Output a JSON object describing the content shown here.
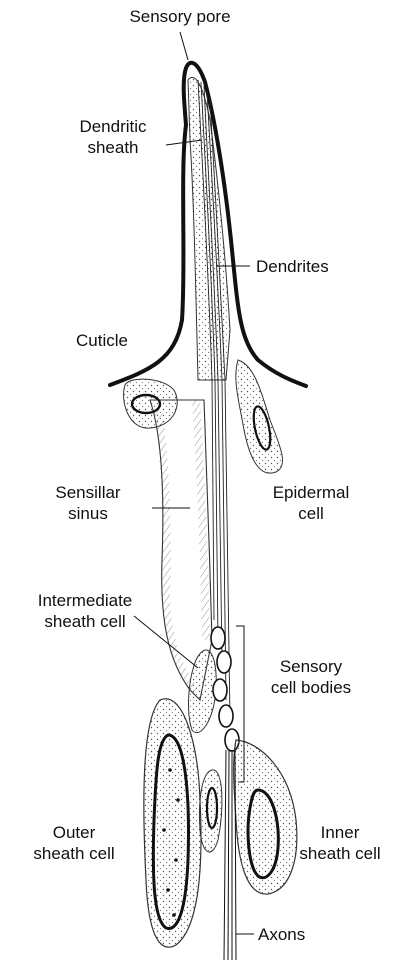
{
  "labels": {
    "sensory_pore": "Sensory pore",
    "dendritic_sheath": [
      "Dendritic",
      "sheath"
    ],
    "dendrites": "Dendrites",
    "cuticle": "Cuticle",
    "sensillar_sinus": [
      "Sensillar",
      "sinus"
    ],
    "epidermal_cell": [
      "Epidermal",
      "cell"
    ],
    "intermediate_sheath_cell": [
      "Intermediate",
      "sheath cell"
    ],
    "sensory_cell_bodies": [
      "Sensory",
      "cell bodies"
    ],
    "outer_sheath_cell": [
      "Outer",
      "sheath cell"
    ],
    "inner_sheath_cell": [
      "Inner",
      "sheath cell"
    ],
    "axons": "Axons"
  },
  "colors": {
    "ink": "#111111",
    "stipple": "#555555",
    "background": "#ffffff"
  }
}
